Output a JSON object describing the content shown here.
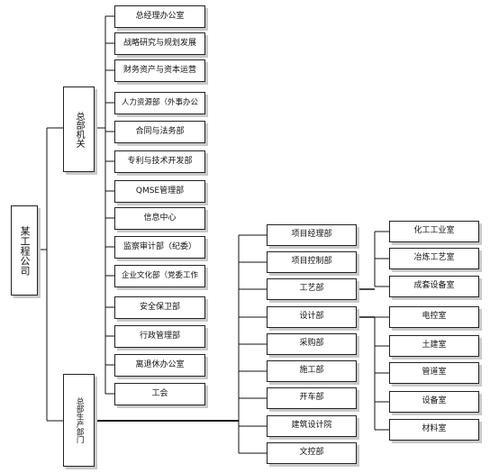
{
  "root": {
    "label": "某工程公司"
  },
  "hq": {
    "label": "总部机关",
    "depts": [
      "总经理办公室",
      "战略研究与规划发展",
      "财务资产与资本运营",
      "人力资源部（外事办公",
      "合同与法务部",
      "专利与技术开发部",
      "QMSE管理部",
      "信息中心",
      "监察审计部（纪委）",
      "企业文化部（党委工作",
      "安全保卫部",
      "行政管理部",
      "离退休办公室",
      "工会"
    ]
  },
  "prod": {
    "label": "总部生产部门",
    "depts": [
      "项目经理部",
      "项目控制部",
      "工艺部",
      "设计部",
      "采购部",
      "施工部",
      "开车部",
      "建筑设计院",
      "文控部"
    ]
  },
  "process_subs": [
    "化工工业室",
    "冶炼工艺室",
    "成套设备室"
  ],
  "design_subs": [
    "电控室",
    "土建室",
    "管道室",
    "设备室",
    "材料室"
  ]
}
